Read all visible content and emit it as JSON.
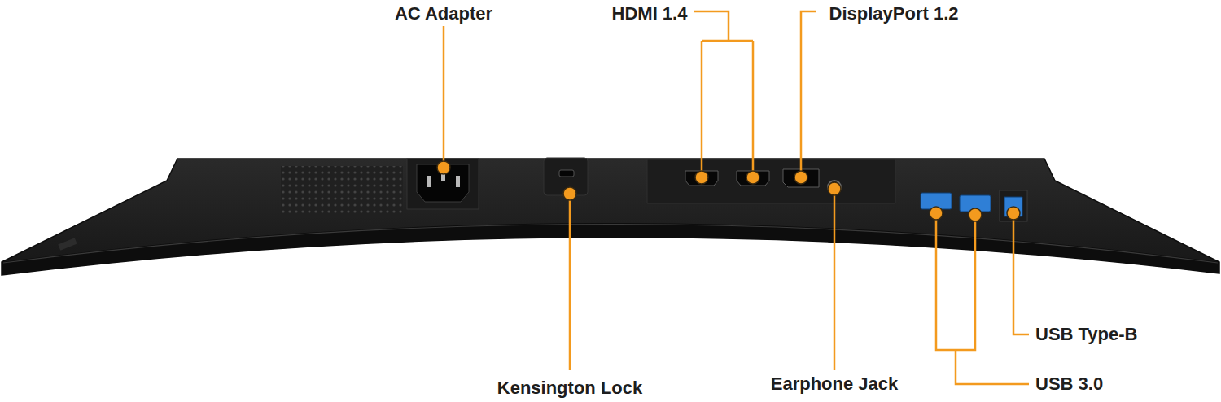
{
  "diagram": {
    "labels": [
      "AC Adapter",
      "HDMI 1.4",
      "DisplayPort 1.2",
      "Kensington Lock",
      "Earphone Jack",
      "USB Type-B",
      "USB 3.0"
    ]
  }
}
